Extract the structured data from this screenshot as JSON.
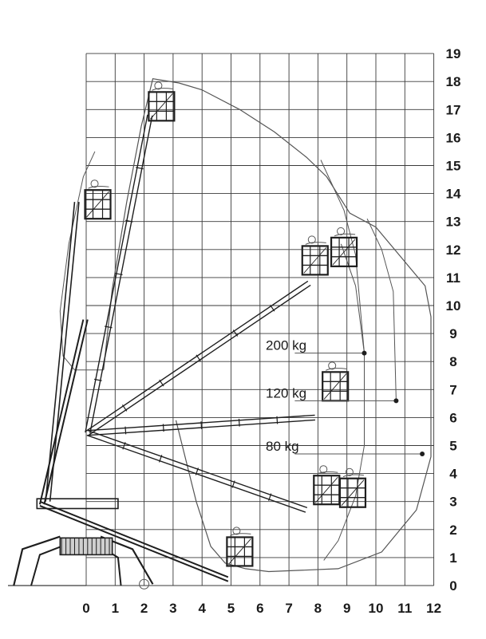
{
  "x_ticks": [
    "0",
    "1",
    "2",
    "3",
    "4",
    "5",
    "6",
    "7",
    "8",
    "9",
    "10",
    "11",
    "12"
  ],
  "y_ticks": [
    "0",
    "1",
    "2",
    "3",
    "4",
    "5",
    "6",
    "7",
    "8",
    "9",
    "10",
    "11",
    "12",
    "13",
    "14",
    "15",
    "16",
    "17",
    "18",
    "19"
  ],
  "load_labels": [
    {
      "text": "200 kg",
      "height": 8.3,
      "reach": 9.6
    },
    {
      "text": "120 kg",
      "height": 6.6,
      "reach": 10.7
    },
    {
      "text": "80 kg",
      "height": 4.7,
      "reach": 11.6
    }
  ],
  "colors": {
    "grid": "#3a3a3a",
    "outline": "#555555",
    "machine": "#1e1e1e",
    "text": "#1a1a1a"
  }
}
